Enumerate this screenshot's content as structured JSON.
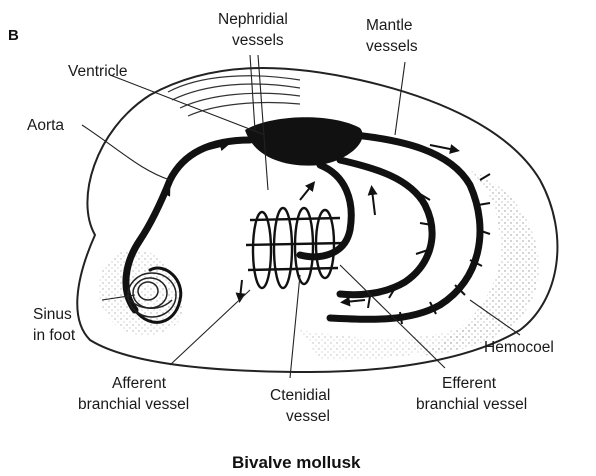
{
  "panel_letter": "B",
  "title": "Bivalve mollusk",
  "labels": {
    "nephridial_line1": "Nephridial",
    "nephridial_line2": "vessels",
    "mantle_line1": "Mantle",
    "mantle_line2": "vessels",
    "ventricle": "Ventricle",
    "aorta": "Aorta",
    "sinus_line1": "Sinus",
    "sinus_line2": "in foot",
    "hemocoel": "Hemocoel",
    "afferent_line1": "Afferent",
    "afferent_line2": "branchial vessel",
    "ctenidial_line1": "Ctenidial",
    "ctenidial_line2": "vessel",
    "efferent_line1": "Efferent",
    "efferent_line2": "branchial vessel"
  },
  "colors": {
    "ink": "#111111",
    "stipple": "#9a9a9a",
    "background": "#ffffff"
  }
}
